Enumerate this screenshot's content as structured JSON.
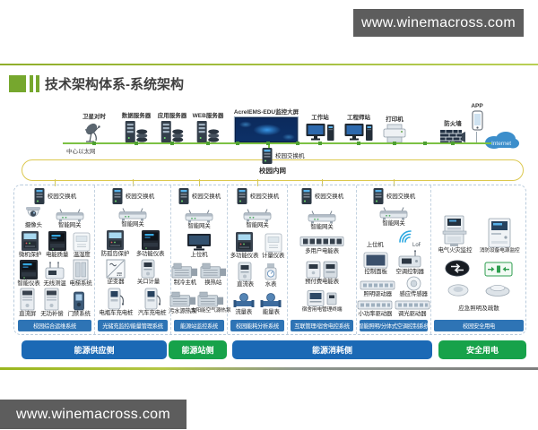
{
  "watermark_top": "www.winemacross.com",
  "watermark_bottom": "www.winemacross.com",
  "title": "技术架构体系-系统架构",
  "colors": {
    "accent_green": "#76a72e",
    "net_green": "#7cc143",
    "node_green": "#4ea033",
    "ring_yellow": "#dcc84e",
    "bar_blue": "#2e74b5",
    "stage_blue": "#1b69b5",
    "stage_green": "#17a24a",
    "watermark_gray": "#5d5d5d"
  },
  "network": {
    "backbone_label": "中心以太网",
    "center_switch_label": "校园交换机",
    "intranet_label": "校园内网",
    "internet_label": "Internet",
    "devices": [
      {
        "label": "卫星对时",
        "icon": "satellite-dish-icon"
      },
      {
        "label": "数据服务器",
        "icon": "server-icon"
      },
      {
        "label": "应用服务器",
        "icon": "server-icon"
      },
      {
        "label": "WEB服务器",
        "icon": "server-icon"
      },
      {
        "label": "AcrelEMS-EDU监控大屏",
        "icon": "big-screen-icon"
      },
      {
        "label": "工作站",
        "icon": "workstation-icon"
      },
      {
        "label": "工程师站",
        "icon": "workstation-icon"
      },
      {
        "label": "打印机",
        "icon": "printer-icon"
      },
      {
        "label": "防火墙",
        "icon": "firewall-icon"
      },
      {
        "label": "APP",
        "icon": "mobile-app-icon"
      },
      {
        "label": "Internet",
        "icon": "internet-cloud-icon"
      }
    ]
  },
  "columns": [
    {
      "switch_label": "校园交换机",
      "gateway_label": null,
      "system_bar": "校园综合运维系统",
      "rows": [
        [
          {
            "label": "摄像头",
            "icon": "camera-icon"
          },
          {
            "label": "智能网关",
            "icon": "gateway-icon"
          }
        ],
        [
          {
            "label": "微机保护",
            "icon": "protection-relay-icon"
          },
          {
            "label": "电能质量",
            "icon": "power-quality-meter-icon"
          },
          {
            "label": "温湿度",
            "icon": "wall-panel-icon"
          }
        ],
        [
          {
            "label": "智能仪表",
            "icon": "power-quality-meter-icon"
          },
          {
            "label": "无线测温",
            "icon": "wireless-sensor-icon"
          },
          {
            "label": "电梯系统",
            "icon": "elevator-door-icon"
          }
        ],
        [
          {
            "label": "直流屏",
            "icon": "cabinet-icon"
          },
          {
            "label": "无功补偿",
            "icon": "cabinet-icon"
          },
          {
            "label": "门禁系统",
            "icon": "access-control-icon"
          }
        ]
      ]
    },
    {
      "switch_label": "校园交换机",
      "gateway_label": "智能网关",
      "system_bar": "光储充监控/能量管理系统",
      "rows": [
        [
          {
            "label": "防孤岛保护",
            "icon": "protection-relay-icon"
          },
          {
            "label": "多功能仪表",
            "icon": "power-quality-meter-icon"
          }
        ],
        [
          {
            "label": "逆变器",
            "icon": "inverter-icon"
          },
          {
            "label": "关口计量",
            "icon": "meter-box-icon"
          }
        ],
        [
          {
            "label": "电瓶车充电桩",
            "icon": "charger-icon"
          },
          {
            "label": "汽车充电桩",
            "icon": "charger-icon"
          }
        ]
      ]
    },
    {
      "switch_label": "校园交换机",
      "gateway_label": "智能网关",
      "system_bar": "能源站监控系统",
      "rows": [
        [
          {
            "label": "上位机",
            "icon": "host-monitor-icon"
          }
        ],
        [
          {
            "label": "制冷主机",
            "icon": "chiller-icon"
          },
          {
            "label": "换热站",
            "icon": "chiller-icon"
          }
        ],
        [
          {
            "label": "污水源热泵",
            "icon": "chiller-icon"
          },
          {
            "label": "太阳能空气源热泵",
            "icon": "chiller-icon"
          }
        ]
      ]
    },
    {
      "switch_label": "校园交换机",
      "gateway_label": "智能网关",
      "system_bar": "校园能耗分析系统",
      "rows": [
        [
          {
            "label": "多功能仪表",
            "icon": "protection-relay-icon"
          },
          {
            "label": "计量仪表",
            "icon": "wall-panel-icon"
          }
        ],
        [
          {
            "label": "直流表",
            "icon": "meter-box-icon"
          },
          {
            "label": "水表",
            "icon": "water-meter-icon"
          }
        ],
        [
          {
            "label": "流量表",
            "icon": "flow-meter-icon"
          },
          {
            "label": "能量表",
            "icon": "flow-meter-icon"
          }
        ]
      ]
    },
    {
      "switch_label": "校园交换机",
      "gateway_label": "智能网关",
      "system_bar": "互联管理/宿舍电控系统",
      "rows": [
        [
          {
            "label": "多用户电能表",
            "icon": "din-rail-meter-icon"
          }
        ],
        [
          {
            "label": "预付费电能表",
            "icon": "prepaid-meter-icon"
          }
        ],
        [
          {
            "label": "宿舍用电管理终端",
            "icon": "dorm-terminal-icon"
          }
        ]
      ]
    },
    {
      "switch_label": "校园交换机",
      "gateway_label": "智能网关",
      "system_bar": "智能照明/分体式空调控制系统",
      "lora_label": "LoRa",
      "rows": [
        [
          {
            "label": "上位机",
            "icon": ""
          },
          {
            "label": "",
            "icon": "lora-icon"
          }
        ],
        [
          {
            "label": "控制面板",
            "icon": "control-tablet-icon"
          },
          {
            "label": "空调控制器",
            "icon": "ac-controller-icon"
          }
        ],
        [
          {
            "label": "照明驱动器",
            "icon": "driver-strip-icon"
          },
          {
            "label": "感应传感器",
            "icon": "round-sensor-icon"
          }
        ],
        [
          {
            "label": "小功率驱动器",
            "icon": "driver-strip-icon"
          },
          {
            "label": "调光驱动器",
            "icon": "driver-strip-icon"
          }
        ]
      ]
    },
    {
      "switch_label": null,
      "gateway_label": null,
      "system_bar": "校园安全用电",
      "caption": "应急照明及疏散",
      "rows": [
        [
          {
            "label": "电气火灾监控",
            "icon": "fire-monitor-cabinet-icon"
          },
          {
            "label": "消防设备电源监控",
            "icon": "fire-power-wallbox-icon"
          }
        ],
        [
          {
            "label": "",
            "icon": "evac-sign-icon"
          },
          {
            "label": "",
            "icon": "exit-sign-icon"
          }
        ],
        [
          {
            "label": "",
            "icon": "ceiling-lamp-icon"
          },
          {
            "label": "",
            "icon": "ceiling-speaker-icon"
          }
        ]
      ]
    }
  ],
  "stages": [
    {
      "label": "能源供应侧",
      "color": "blue"
    },
    {
      "label": "能源站侧",
      "color": "green"
    },
    {
      "label": "能源消耗侧",
      "color": "blue"
    },
    {
      "label": "安全用电",
      "color": "green"
    }
  ]
}
